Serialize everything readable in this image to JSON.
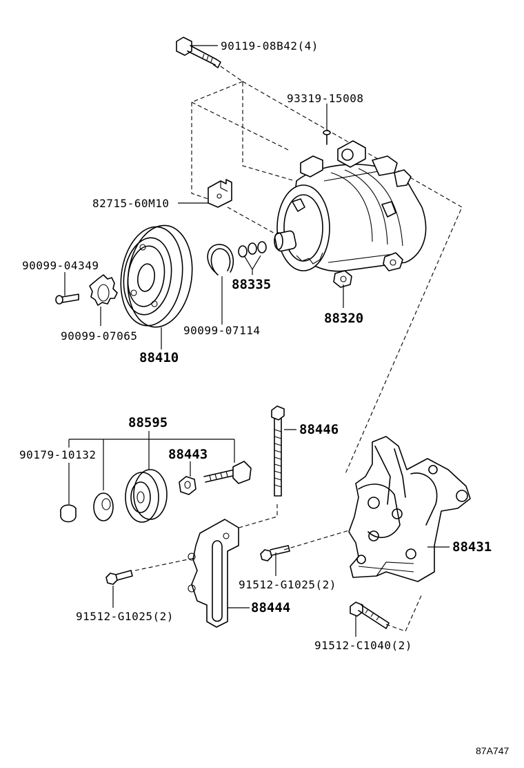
{
  "labels": {
    "bolt_top": "90119-08B42(4)",
    "screw_top": "93319-15008",
    "bracket_small": "82715-60M10",
    "bolt_left": "90099-04349",
    "snap_ring": "90099-07114",
    "washers": "88335",
    "compressor": "88320",
    "clip": "90099-07065",
    "pulley_clutch": "88410",
    "idler_assy": "88595",
    "cap_nut": "90179-10132",
    "idler_parts": "88443",
    "long_bolt": "88446",
    "bolt_mid": "91512-G1025(2)",
    "bracket_big": "88431",
    "bolt_lower_left": "91512-G1025(2)",
    "adjust_bar": "88444",
    "bolt_bottom": "91512-C1040(2)"
  },
  "reference_code": "87A747"
}
